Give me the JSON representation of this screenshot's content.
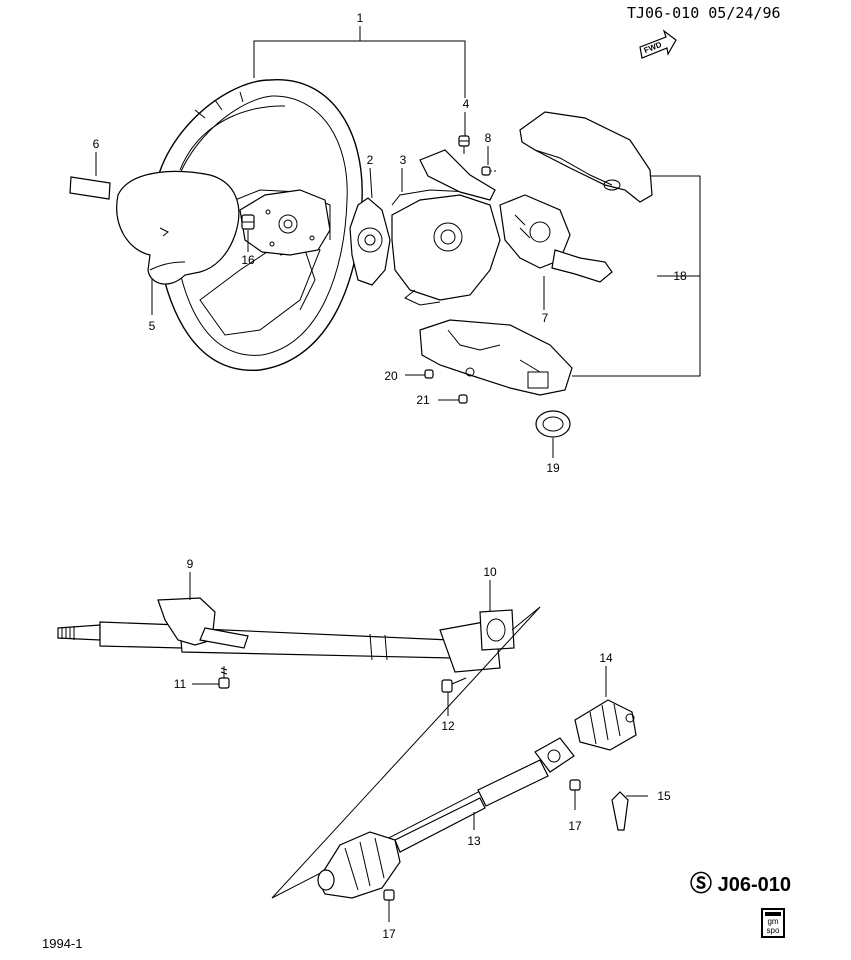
{
  "header": {
    "ref": "TJ06-010 05/24/96"
  },
  "fwd_badge": {
    "label": "FWD"
  },
  "part_code": {
    "symbol": "S",
    "code": "J06-010"
  },
  "footer": {
    "page": "1994-1"
  },
  "logo": {
    "line1": "gm",
    "line2": "spo"
  },
  "callouts": [
    {
      "id": "1",
      "label": "1"
    },
    {
      "id": "2",
      "label": "2"
    },
    {
      "id": "3",
      "label": "3"
    },
    {
      "id": "4",
      "label": "4"
    },
    {
      "id": "5",
      "label": "5"
    },
    {
      "id": "6",
      "label": "6"
    },
    {
      "id": "7",
      "label": "7"
    },
    {
      "id": "8",
      "label": "8"
    },
    {
      "id": "9",
      "label": "9"
    },
    {
      "id": "10",
      "label": "10"
    },
    {
      "id": "11",
      "label": "11"
    },
    {
      "id": "12",
      "label": "12"
    },
    {
      "id": "13",
      "label": "13"
    },
    {
      "id": "14",
      "label": "14"
    },
    {
      "id": "15",
      "label": "15"
    },
    {
      "id": "16",
      "label": "16"
    },
    {
      "id": "17a",
      "label": "17"
    },
    {
      "id": "17b",
      "label": "17"
    },
    {
      "id": "18",
      "label": "18"
    },
    {
      "id": "19",
      "label": "19"
    },
    {
      "id": "20",
      "label": "20"
    },
    {
      "id": "21",
      "label": "21"
    }
  ]
}
